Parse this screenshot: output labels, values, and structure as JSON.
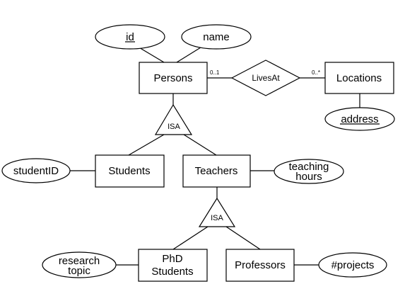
{
  "entities": {
    "persons": "Persons",
    "locations": "Locations",
    "students": "Students",
    "teachers": "Teachers",
    "phd_students": [
      "PhD",
      "Students"
    ],
    "professors": "Professors"
  },
  "attributes": {
    "id": "id",
    "name": "name",
    "address": "address",
    "student_id": "studentID",
    "teaching_hours": [
      "teaching",
      "hours"
    ],
    "research_topic": [
      "research",
      "topic"
    ],
    "num_projects": "#projects"
  },
  "relationships": {
    "lives_at": "LivesAt"
  },
  "isa": {
    "persons_isa": "ISA",
    "teachers_isa": "ISA"
  },
  "cardinalities": {
    "persons_livesat": "0..1",
    "livesat_locations": "0..*"
  }
}
